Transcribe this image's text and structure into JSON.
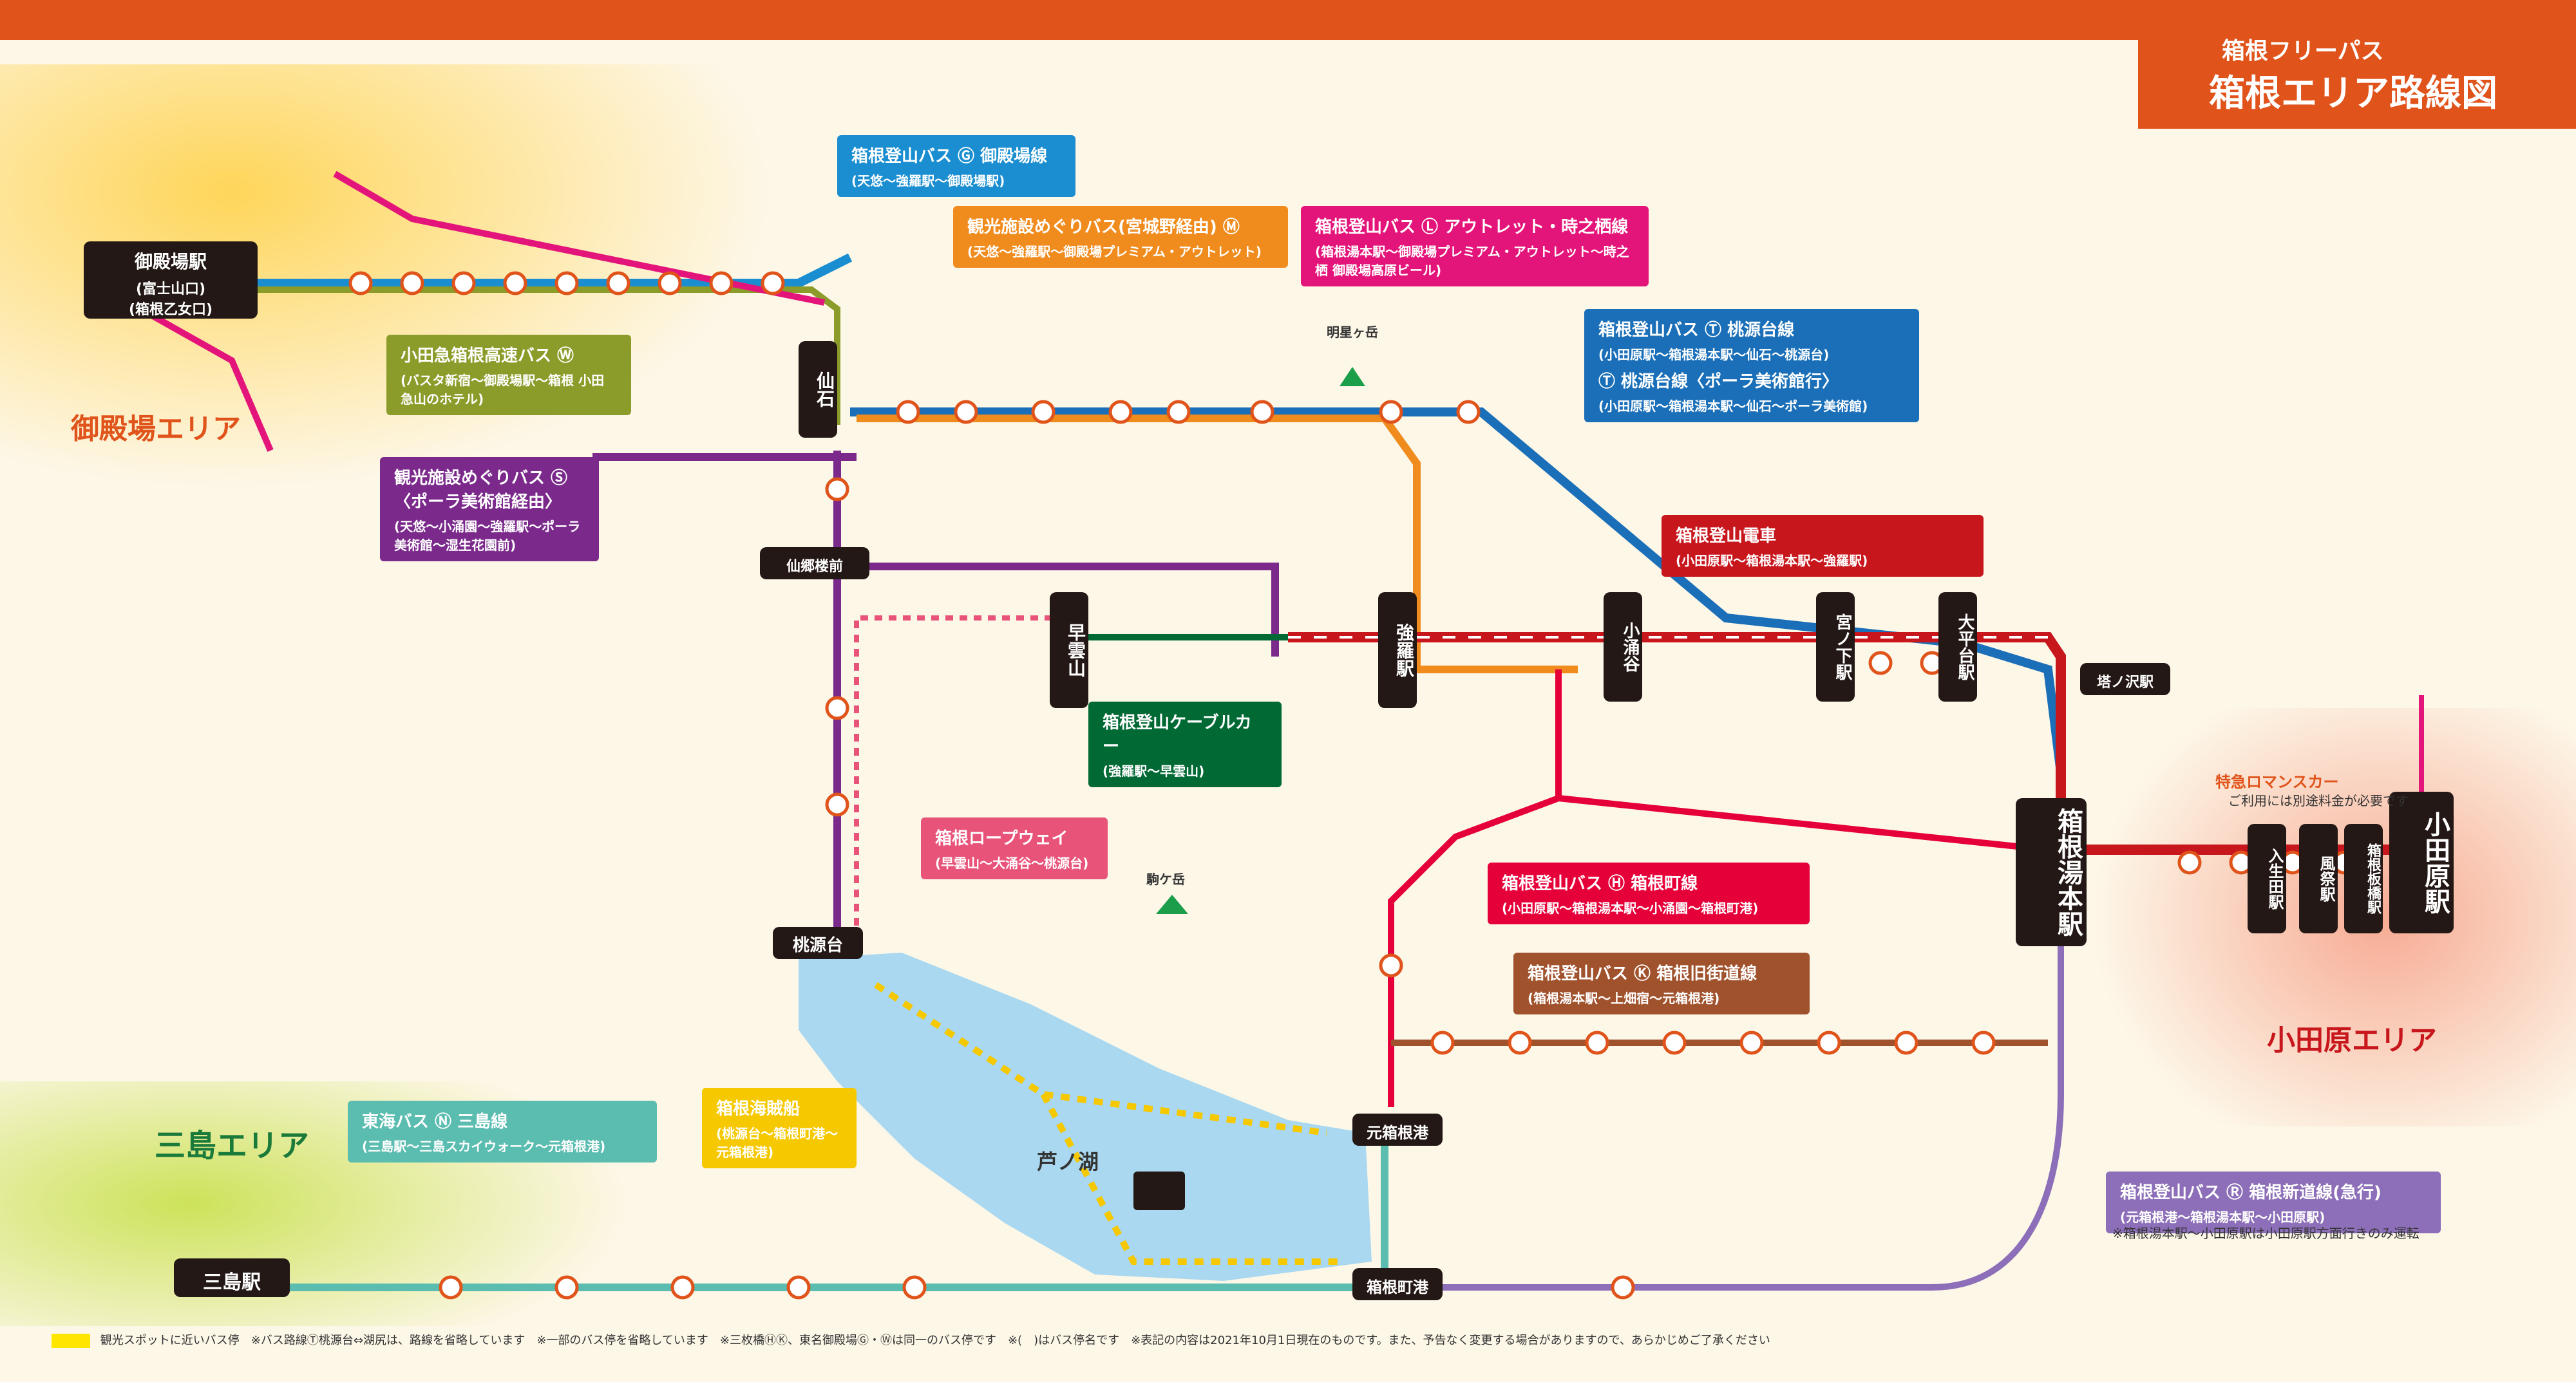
{
  "header": {
    "subtitle": "箱根フリーパス",
    "title": "箱根エリア路線図"
  },
  "areas": {
    "gotemba": "御殿場エリア",
    "odawara": "小田原エリア",
    "mishima": "三島エリア"
  },
  "stations": {
    "gotemba": "御殿場駅",
    "gotemba_sub1": "(富士山口)",
    "gotemba_sub2": "(箱根乙女口)",
    "sengoku": "仙石",
    "gora": "強羅駅",
    "sounzan": "早雲山",
    "togendai": "桃源台",
    "hakone_yumoto": "箱根湯本駅",
    "odawara": "小田原駅",
    "motohakone": "元箱根港",
    "hakonemachi": "箱根町港",
    "mishima": "三島駅",
    "kowakudani": "小涌谷",
    "miyanoshita": "宮ノ下駅",
    "ohiradai": "大平台駅",
    "tonosawa": "塔ノ沢駅",
    "iriuda": "入生田駅",
    "kazamatsuri": "風祭駅",
    "hakoneitabashi": "箱根板橋駅",
    "sengokuhara": "仙郷楼前"
  },
  "lines": [
    {
      "id": "G",
      "title": "箱根登山バス Ⓖ 御殿場線",
      "sub": "(天悠〜強羅駅〜御殿場駅)",
      "color": "#1a8ed0"
    },
    {
      "id": "M",
      "title": "観光施設めぐりバス(宮城野経由) Ⓜ",
      "sub": "(天悠〜強羅駅〜御殿場プレミアム・アウトレット)",
      "color": "#f08c1e"
    },
    {
      "id": "L",
      "title": "箱根登山バス Ⓛ アウトレット・時之栖線",
      "sub": "(箱根湯本駅〜御殿場プレミアム・アウトレット〜時之栖 御殿場高原ビール)",
      "color": "#e4157a"
    },
    {
      "id": "T",
      "title": "箱根登山バス Ⓣ 桃源台線",
      "sub": "(小田原駅〜箱根湯本駅〜仙石〜桃源台)",
      "color": "#1a6fb8"
    },
    {
      "id": "TP",
      "title": "Ⓣ 桃源台線〈ポーラ美術館行〉",
      "sub": "(小田原駅〜箱根湯本駅〜仙石〜ポーラ美術館)",
      "color": "#1a6fb8"
    },
    {
      "id": "W",
      "title": "小田急箱根高速バス Ⓦ",
      "sub": "(バスタ新宿〜御殿場駅〜箱根 小田急山のホテル)",
      "color": "#8c9c2a"
    },
    {
      "id": "S",
      "title": "観光施設めぐりバス Ⓢ〈ポーラ美術館経由〉",
      "sub": "(天悠〜小涌園〜強羅駅〜ポーラ美術館〜湿生花園前)",
      "color": "#7b2a8c"
    },
    {
      "id": "RW",
      "title": "箱根登山電車",
      "sub": "(小田原駅〜箱根湯本駅〜強羅駅)",
      "color": "#c8161d"
    },
    {
      "id": "CC",
      "title": "箱根登山ケーブルカー",
      "sub": "(強羅駅〜早雲山)",
      "color": "#006934"
    },
    {
      "id": "RP",
      "title": "箱根ロープウェイ",
      "sub": "(早雲山〜大涌谷〜桃源台)",
      "color": "#e8537a"
    },
    {
      "id": "H",
      "title": "箱根登山バス Ⓗ 箱根町線",
      "sub": "(小田原駅〜箱根湯本駅〜小涌園〜箱根町港)",
      "color": "#e60039"
    },
    {
      "id": "K",
      "title": "箱根登山バス Ⓚ 箱根旧街道線",
      "sub": "(箱根湯本駅〜上畑宿〜元箱根港)",
      "color": "#a0522d"
    },
    {
      "id": "N",
      "title": "東海バス Ⓝ 三島線",
      "sub": "(三島駅〜三島スカイウォーク〜元箱根港)",
      "color": "#5bbcb0"
    },
    {
      "id": "SH",
      "title": "箱根海賊船",
      "sub": "(桃源台〜箱根町港〜元箱根港)",
      "color": "#f5c800"
    },
    {
      "id": "R",
      "title": "箱根登山バス Ⓡ 箱根新道線(急行)",
      "sub": "(元箱根港〜箱根湯本駅〜小田原駅)",
      "color": "#8c6fb8"
    }
  ],
  "notes": {
    "line_r_note": "※箱根湯本駅〜小田原駅は小田原駅方面行きのみ運転",
    "romance_car": "特急ロマンスカー",
    "romance_note": "ご利用には別途料金が必要です",
    "lake": "芦ノ湖",
    "mountain1": "明星ヶ岳",
    "mountain2": "駒ケ岳",
    "legend": "観光スポットに近いバス停　※バス路線Ⓣ桃源台⇔湖尻は、路線を省略しています　※一部のバス停を省略しています　※三枚橋ⒽⓀ、東名御殿場Ⓖ・Ⓦは同一のバス停です　※(　)はバス停名です　※表記の内容は2021年10月1日現在のものです。また、予告なく変更する場合がありますので、あらかじめご了承ください"
  },
  "colors": {
    "orange": "#e0531a",
    "gotemba_bg": "#ffd24a",
    "odawara_bg": "#f6a28a",
    "mishima_bg": "#c8e04a",
    "lake": "#a9d8f0",
    "black": "#231815"
  }
}
